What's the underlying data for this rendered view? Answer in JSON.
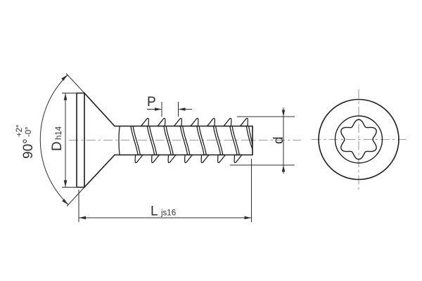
{
  "drawing": {
    "subject": "countersunk flat head screw with hexalobular (torx) drive",
    "views": {
      "side": "side view",
      "end": "end view"
    }
  },
  "dimensions": {
    "angle": {
      "value": "90°",
      "tol_plus": "+2°",
      "tol_minus": "-0°"
    },
    "head_diameter": {
      "symbol": "D",
      "tolerance": "h14"
    },
    "pitch": {
      "symbol": "P"
    },
    "thread_diameter": {
      "symbol": "d"
    },
    "length": {
      "symbol": "L",
      "tolerance": "js16"
    }
  },
  "colors": {
    "outline": "#1c1c1c",
    "dimension": "#2e2e2e",
    "centerline": "#9c9c9c",
    "background": "#ffffff"
  }
}
